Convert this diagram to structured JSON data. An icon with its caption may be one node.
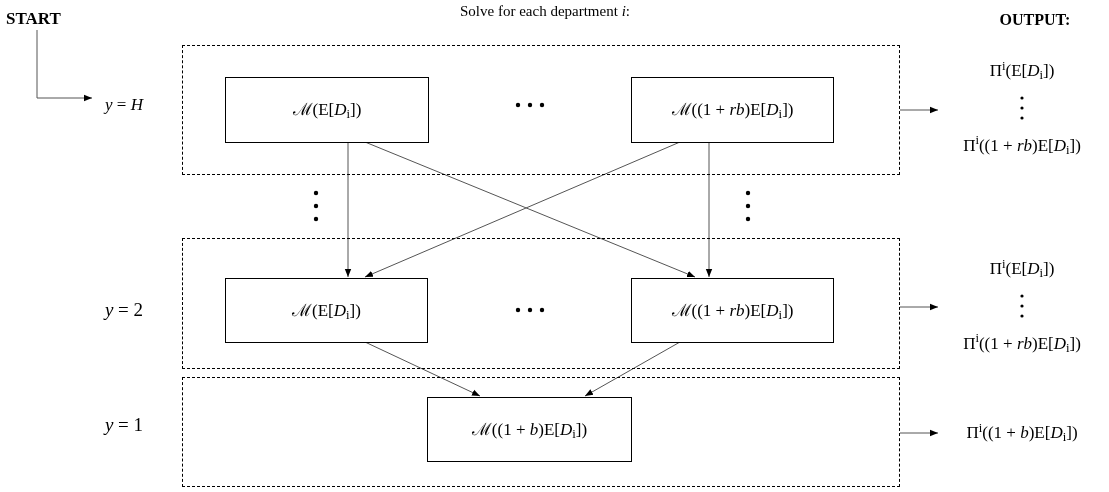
{
  "diagram": {
    "title": "Solve for each department *i*:",
    "nodes": [
      {
        "text": [
          "START"
        ]
      },
      {
        "text": [
          "*y* = *H*"
        ]
      },
      {
        "text": [],
        "shape": "box"
      },
      {
        "text": [
          "ℳ(E[*D*$_{i}$])"
        ],
        "in": 2
      },
      {
        "text": [
          "ℳ((1 + *rb*)E[*D*$_{i}$])"
        ],
        "in": 2
      },
      {
        "text": [],
        "shape": "box"
      },
      {
        "text": [
          "ℳ(E[*D*$_{i}$])"
        ],
        "in": 5
      },
      {
        "text": [
          "ℳ((1 + *rb*)E[*D*$_{i}$])"
        ],
        "in": 5
      },
      {
        "text": [],
        "shape": "box"
      },
      {
        "text": [
          "ℳ((1 + *b*)E[*D*$_{i}$])"
        ],
        "in": 8
      },
      {
        "text": [
          "Π$^{i}$(E[*D*$_{i}$])",
          "Π$^{i}$((1 + *rb*)E[*D*$_{i}$])"
        ]
      },
      {
        "text": [
          "Π$^{i}$(E[*D*$_{i}$])",
          "Π$^{i}$((1 + *rb*)E[*D*$_{i}$])"
        ]
      },
      {
        "text": [
          "Π$^{i}$((1 + *b*)E[*D*$_{i}$])"
        ]
      }
    ],
    "edges": [
      {
        "from": 0,
        "to": 1,
        "arrow": "to"
      },
      {
        "from": 3,
        "to": 6,
        "arrow": "to"
      },
      {
        "from": 3,
        "to": 7,
        "arrow": "to"
      },
      {
        "from": 4,
        "to": 6,
        "arrow": "to"
      },
      {
        "from": 4,
        "to": 7,
        "arrow": "to"
      },
      {
        "from": 6,
        "to": 9,
        "arrow": "to"
      },
      {
        "from": 7,
        "to": 9,
        "arrow": "to"
      },
      {
        "from": 2,
        "to": 10,
        "arrow": "to"
      },
      {
        "from": 5,
        "to": 11,
        "arrow": "to"
      },
      {
        "from": 8,
        "to": 12,
        "arrow": "to"
      }
    ],
    "labels": [
      "OUTPUT:",
      "*y* = 2",
      "*y* = 1"
    ]
  }
}
